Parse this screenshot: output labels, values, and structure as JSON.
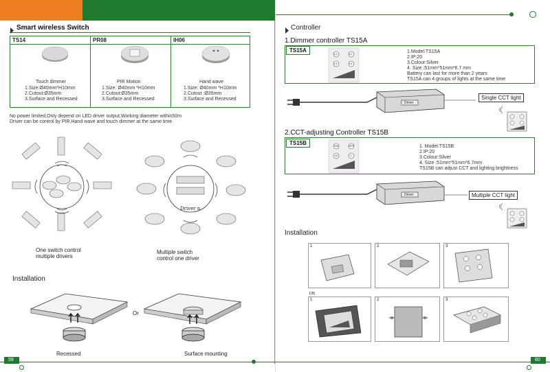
{
  "left": {
    "page_number": "59",
    "title": "Smart wireless Switch",
    "products": [
      {
        "code": "TS14",
        "name": "Touch dimmer",
        "spec1": "1.Size:Ø40mm*H10mm",
        "spec2": "2.Cutout:Ø35mm",
        "spec3": "3.Surface and Recessed"
      },
      {
        "code": "PR08",
        "name": "PIR Motion",
        "spec1": "1.Size: Ø40mm *H10mm",
        "spec2": "2.Cutout:Ø35mm",
        "spec3": "3.Surface and Recessed"
      },
      {
        "code": "IH06",
        "name": "Hand wave",
        "spec1": "1.Size: Ø40mm *H10mm",
        "spec2": "2.Cutout :Ø35mm",
        "spec3": "3.Surface and Recessed"
      }
    ],
    "note_line1": "No power limited,Only depend on LED driver output,Working diameter within50m",
    "note_line2": "Driver can be control by PIR,Hand wave and touch dimmer at the same time",
    "diagram1_caption_line1": "One switch control",
    "diagram1_caption_line2": "multiple drivers",
    "diagram2_caption_line1": "Multiple switch",
    "diagram2_caption_line2": "control one driver",
    "driver_text": "Driver n",
    "installation_title": "Installation",
    "or_text": "Or",
    "recessed_label": "Recessed",
    "surface_label": "Surface mounting"
  },
  "right": {
    "page_number": "60",
    "title": "Controller",
    "section1_title": "1.Dimmer   controller TS15A",
    "ts15a": {
      "code": "TS15A",
      "spec1": "1.Model:TS15A",
      "spec2": "2.IP:20",
      "spec3": "3.Colour:Silver",
      "spec4": "4. Size :51mm*51mm*6.7 mm",
      "spec5": "Battery can last for more than 2 years",
      "spec6": "TS15A can 4 groups of lights at the same time",
      "btn_l1": "L1",
      "btn_l2": "L2",
      "btn_l3": "L3",
      "btn_l4": "L4"
    },
    "single_cct_label": "Single CCT light",
    "driver_label": "Driver",
    "section2_title": "2.CCT-adjusting Controller TS15B",
    "ts15b": {
      "code": "TS15B",
      "spec1": "1. Model:TS15B",
      "spec2": "2.IP:20",
      "spec3": "3.Colour:Silver",
      "spec4": "4. Size :51mm*51mm*6.7mm",
      "spec5": "TS15B can adjust CCT and lighting brightness",
      "btn_on": "ON",
      "btn_off": "OFF",
      "btn_w": "W",
      "btn_c": "C"
    },
    "multiple_cct_label": "Multiple CCT light",
    "installation_title": "Installation",
    "steps_row1": [
      "1",
      "2",
      "3"
    ],
    "steps_row2_header": "1(B)",
    "steps_row2": [
      "1",
      "2",
      "3"
    ]
  },
  "colors": {
    "green": "#1e7a2e",
    "orange": "#e87722",
    "line_green": "#2e7d32"
  }
}
